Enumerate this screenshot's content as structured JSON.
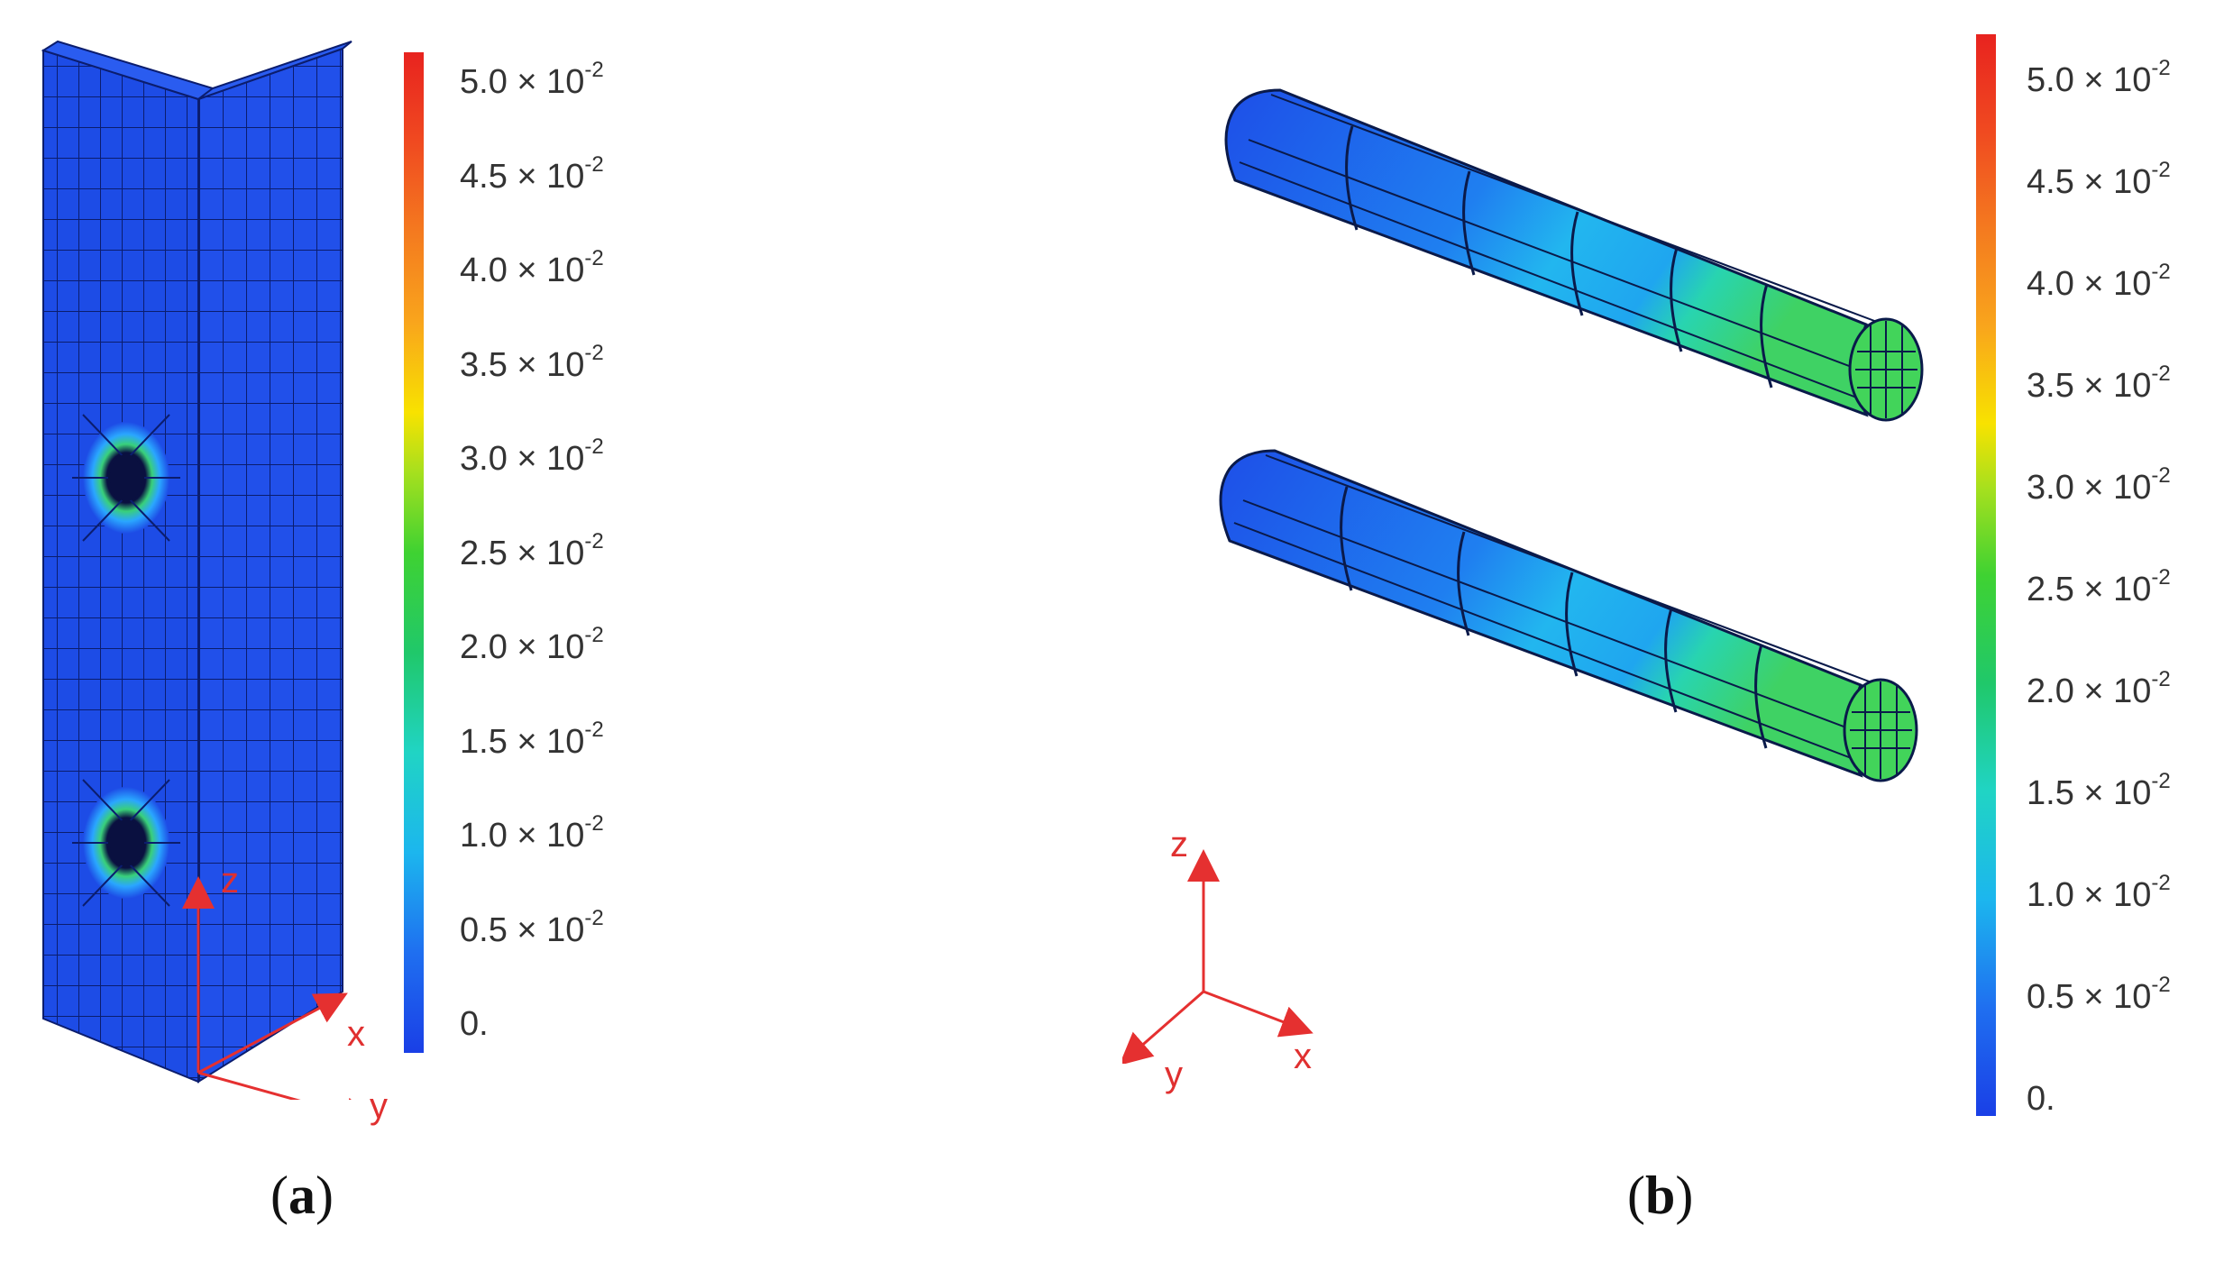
{
  "colors": {
    "mesh_base": "#1a4ae8",
    "mesh_line": "#0a1a66",
    "axis": "#e53030"
  },
  "panel_a": {
    "caption_open": "(",
    "caption_letter": "a",
    "caption_close": ")",
    "legend": [
      {
        "mant": "5.0 × 10",
        "exp": "-2"
      },
      {
        "mant": "4.5 × 10",
        "exp": "-2"
      },
      {
        "mant": "4.0 × 10",
        "exp": "-2"
      },
      {
        "mant": "3.5 × 10",
        "exp": "-2"
      },
      {
        "mant": "3.0 × 10",
        "exp": "-2"
      },
      {
        "mant": "2.5 × 10",
        "exp": "-2"
      },
      {
        "mant": "2.0 × 10",
        "exp": "-2"
      },
      {
        "mant": "1.5 × 10",
        "exp": "-2"
      },
      {
        "mant": "1.0 × 10",
        "exp": "-2"
      },
      {
        "mant": "0.5 × 10",
        "exp": "-2"
      },
      {
        "mant": "0.",
        "exp": ""
      }
    ],
    "axes": {
      "x": "x",
      "y": "y",
      "z": "z"
    }
  },
  "panel_b": {
    "caption_open": "(",
    "caption_letter": "b",
    "caption_close": ")",
    "legend": [
      {
        "mant": "5.0 × 10",
        "exp": "-2"
      },
      {
        "mant": "4.5 × 10",
        "exp": "-2"
      },
      {
        "mant": "4.0 × 10",
        "exp": "-2"
      },
      {
        "mant": "3.5 × 10",
        "exp": "-2"
      },
      {
        "mant": "3.0 × 10",
        "exp": "-2"
      },
      {
        "mant": "2.5 × 10",
        "exp": "-2"
      },
      {
        "mant": "2.0 × 10",
        "exp": "-2"
      },
      {
        "mant": "1.5 × 10",
        "exp": "-2"
      },
      {
        "mant": "1.0 × 10",
        "exp": "-2"
      },
      {
        "mant": "0.5 × 10",
        "exp": "-2"
      },
      {
        "mant": "0.",
        "exp": ""
      }
    ],
    "axes": {
      "x": "x",
      "y": "y",
      "z": "z"
    }
  }
}
